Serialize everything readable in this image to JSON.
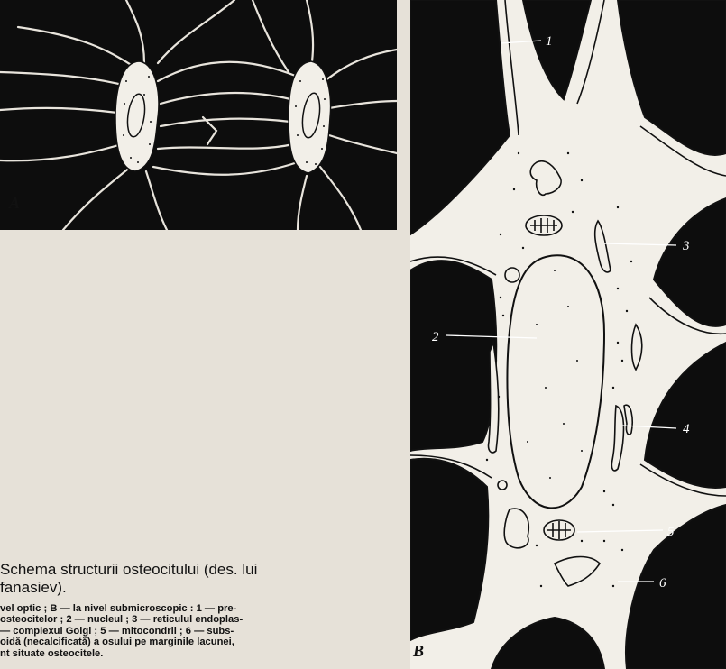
{
  "figure": {
    "panel_a_letter": "A",
    "panel_b_letter": "B",
    "title_line1": "Schema structurii osteocitului (des. lui",
    "title_line2": "fanasiev).",
    "caption_lines": [
      "vel optic ; B — la nivel submicroscopic : 1 — pre-",
      "osteocitelor ; 2 — nucleul ; 3 — reticulul endoplas-",
      "— complexul Golgi ; 5 — mitocondrii ; 6 — subs-",
      "oidă (necalcificată) a osului pe marginile lacunei,",
      "nt situate osteocitele."
    ]
  },
  "labels": {
    "l1": "1",
    "l2": "2",
    "l3": "3",
    "l4": "4",
    "l5": "5",
    "l6": "6"
  },
  "colors": {
    "matrix": "#0d0d0d",
    "paper": "#e6e1d8",
    "cell": "#f2efe8"
  }
}
